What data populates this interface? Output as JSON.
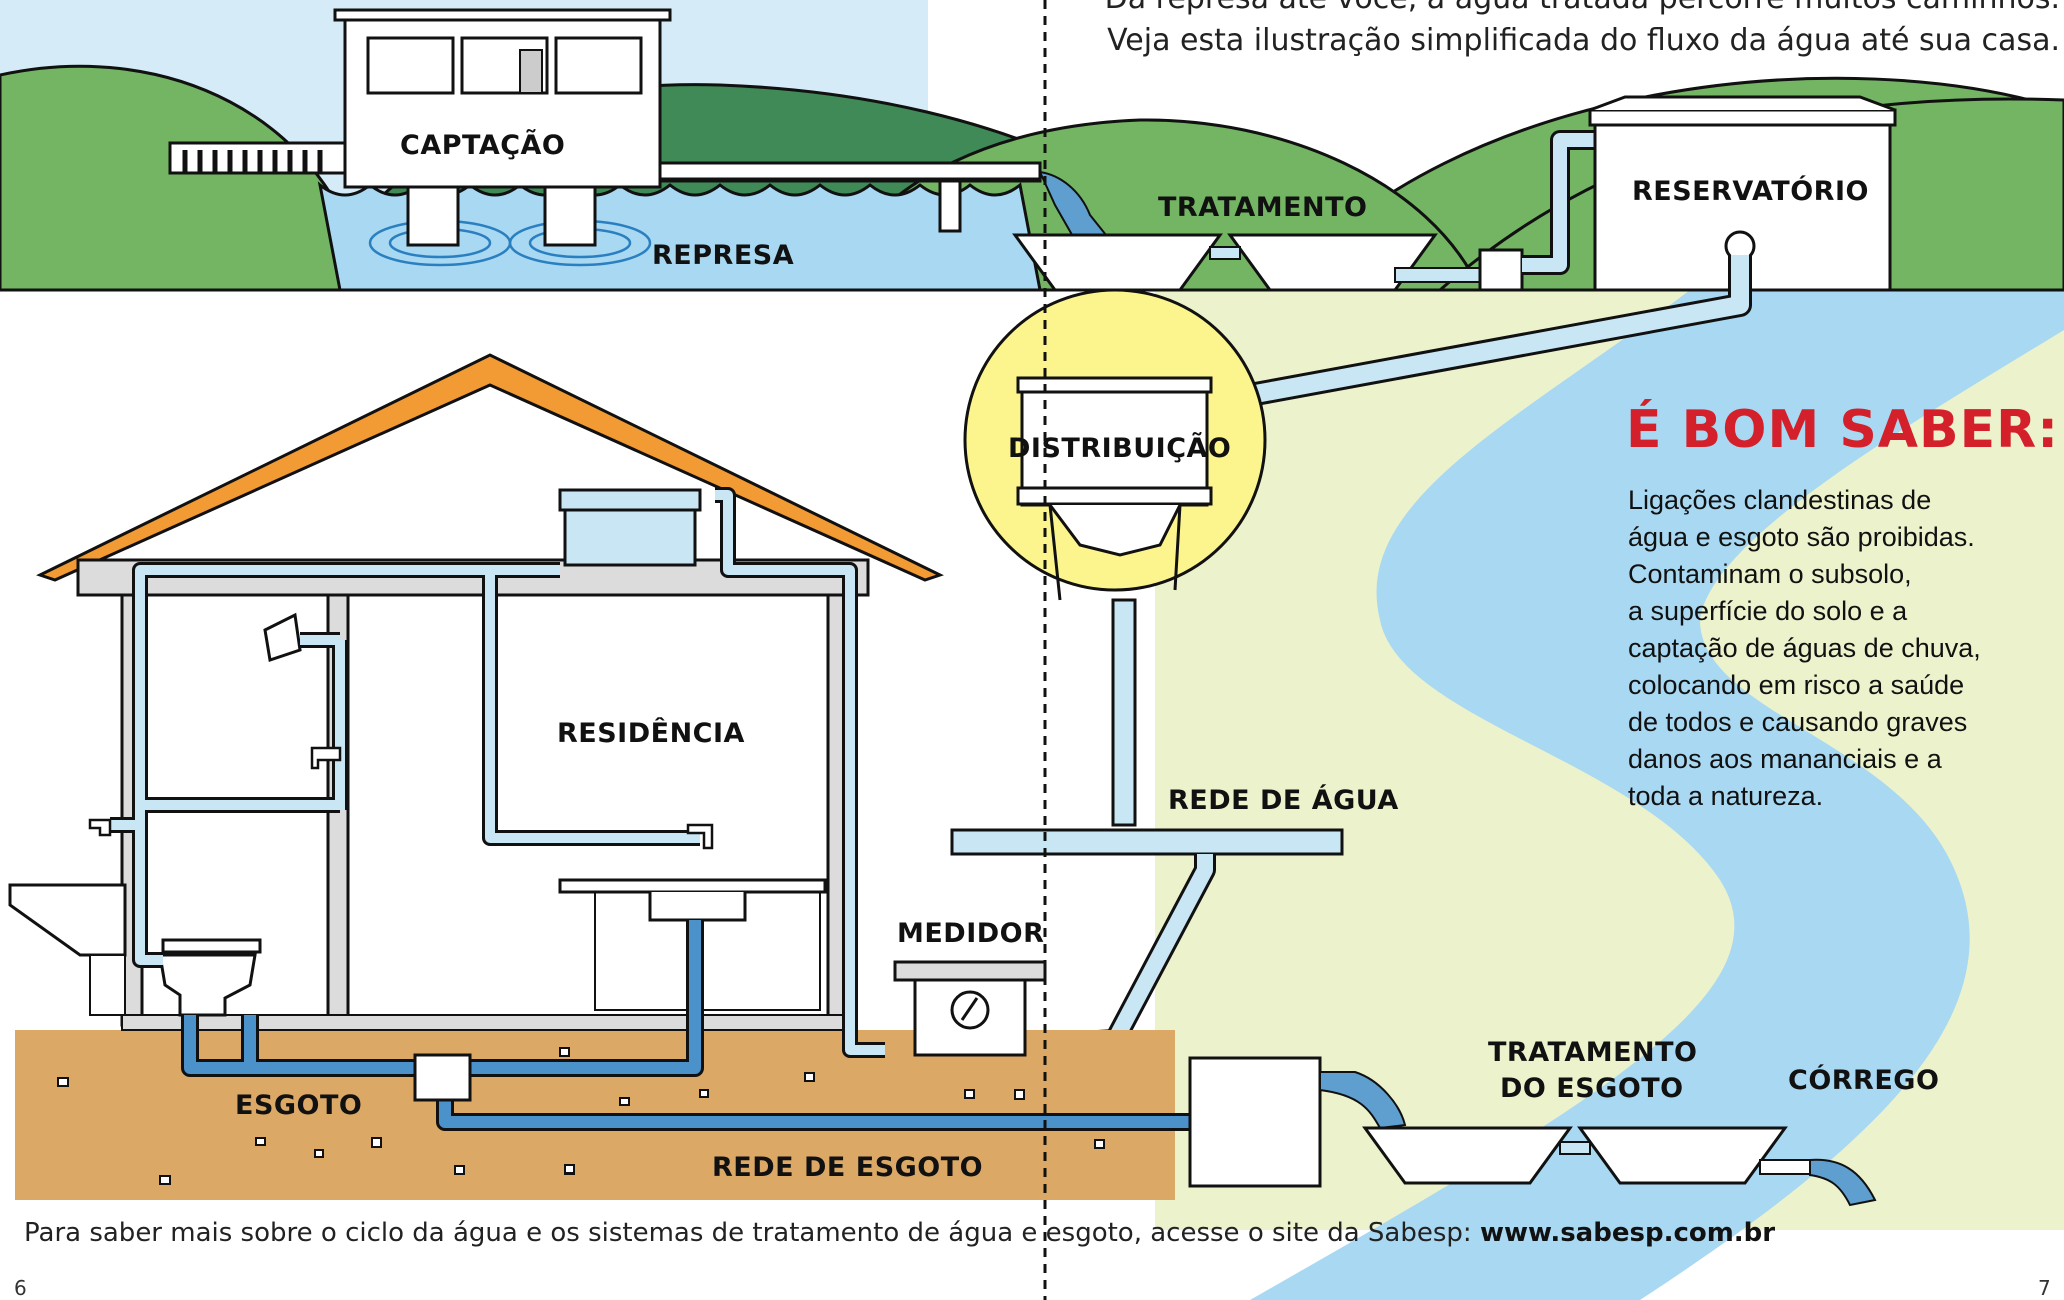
{
  "intro": {
    "line1": "Da represa até você, a água tratada percorre muitos caminhos.",
    "line2": "Veja esta ilustração simplificada do fluxo da água até sua casa."
  },
  "labels": {
    "captacao": "CAPTAÇÃO",
    "represa": "REPRESA",
    "tratamento": "TRATAMENTO",
    "reservatorio": "RESERVATÓRIO",
    "distribuicao": "DISTRIBUIÇÃO",
    "residencia": "RESIDÊNCIA",
    "rede_agua": "REDE DE ÁGUA",
    "medidor": "MEDIDOR",
    "esgoto": "ESGOTO",
    "rede_esgoto": "REDE DE ESGOTO",
    "tratamento_esgoto_1": "TRATAMENTO",
    "tratamento_esgoto_2": "DO ESGOTO",
    "corrego": "CÓRREGO"
  },
  "info_box": {
    "title": "É BOM SABER:",
    "lines": [
      "Ligações clandestinas de",
      "água e esgoto são proibidas.",
      "Contaminam o subsolo,",
      "a superfície do solo e a",
      "captação de águas de chuva,",
      "colocando em risco a saúde",
      "de todos e causando graves",
      "danos aos mananciais e a",
      "toda a natureza."
    ]
  },
  "footer": {
    "text": "Para saber mais sobre o ciclo da água e os sistemas de tratamento de água e esgoto, acesse o site da Sabesp: ",
    "url": "www.sabesp.com.br"
  },
  "pages": {
    "left": "6",
    "right": "7"
  },
  "colors": {
    "sky": "#d5ecf8",
    "hill_dark": "#3f8a56",
    "hill_light": "#74b564",
    "water": "#a8d8f2",
    "pipe": "#c9e6f5",
    "pipe_outline": "#1b2a36",
    "soil": "#dba866",
    "roof": "#f29a33",
    "info_bg": "#ecf2cc",
    "highlight": "#fcf48c",
    "title_red": "#d3202a"
  }
}
